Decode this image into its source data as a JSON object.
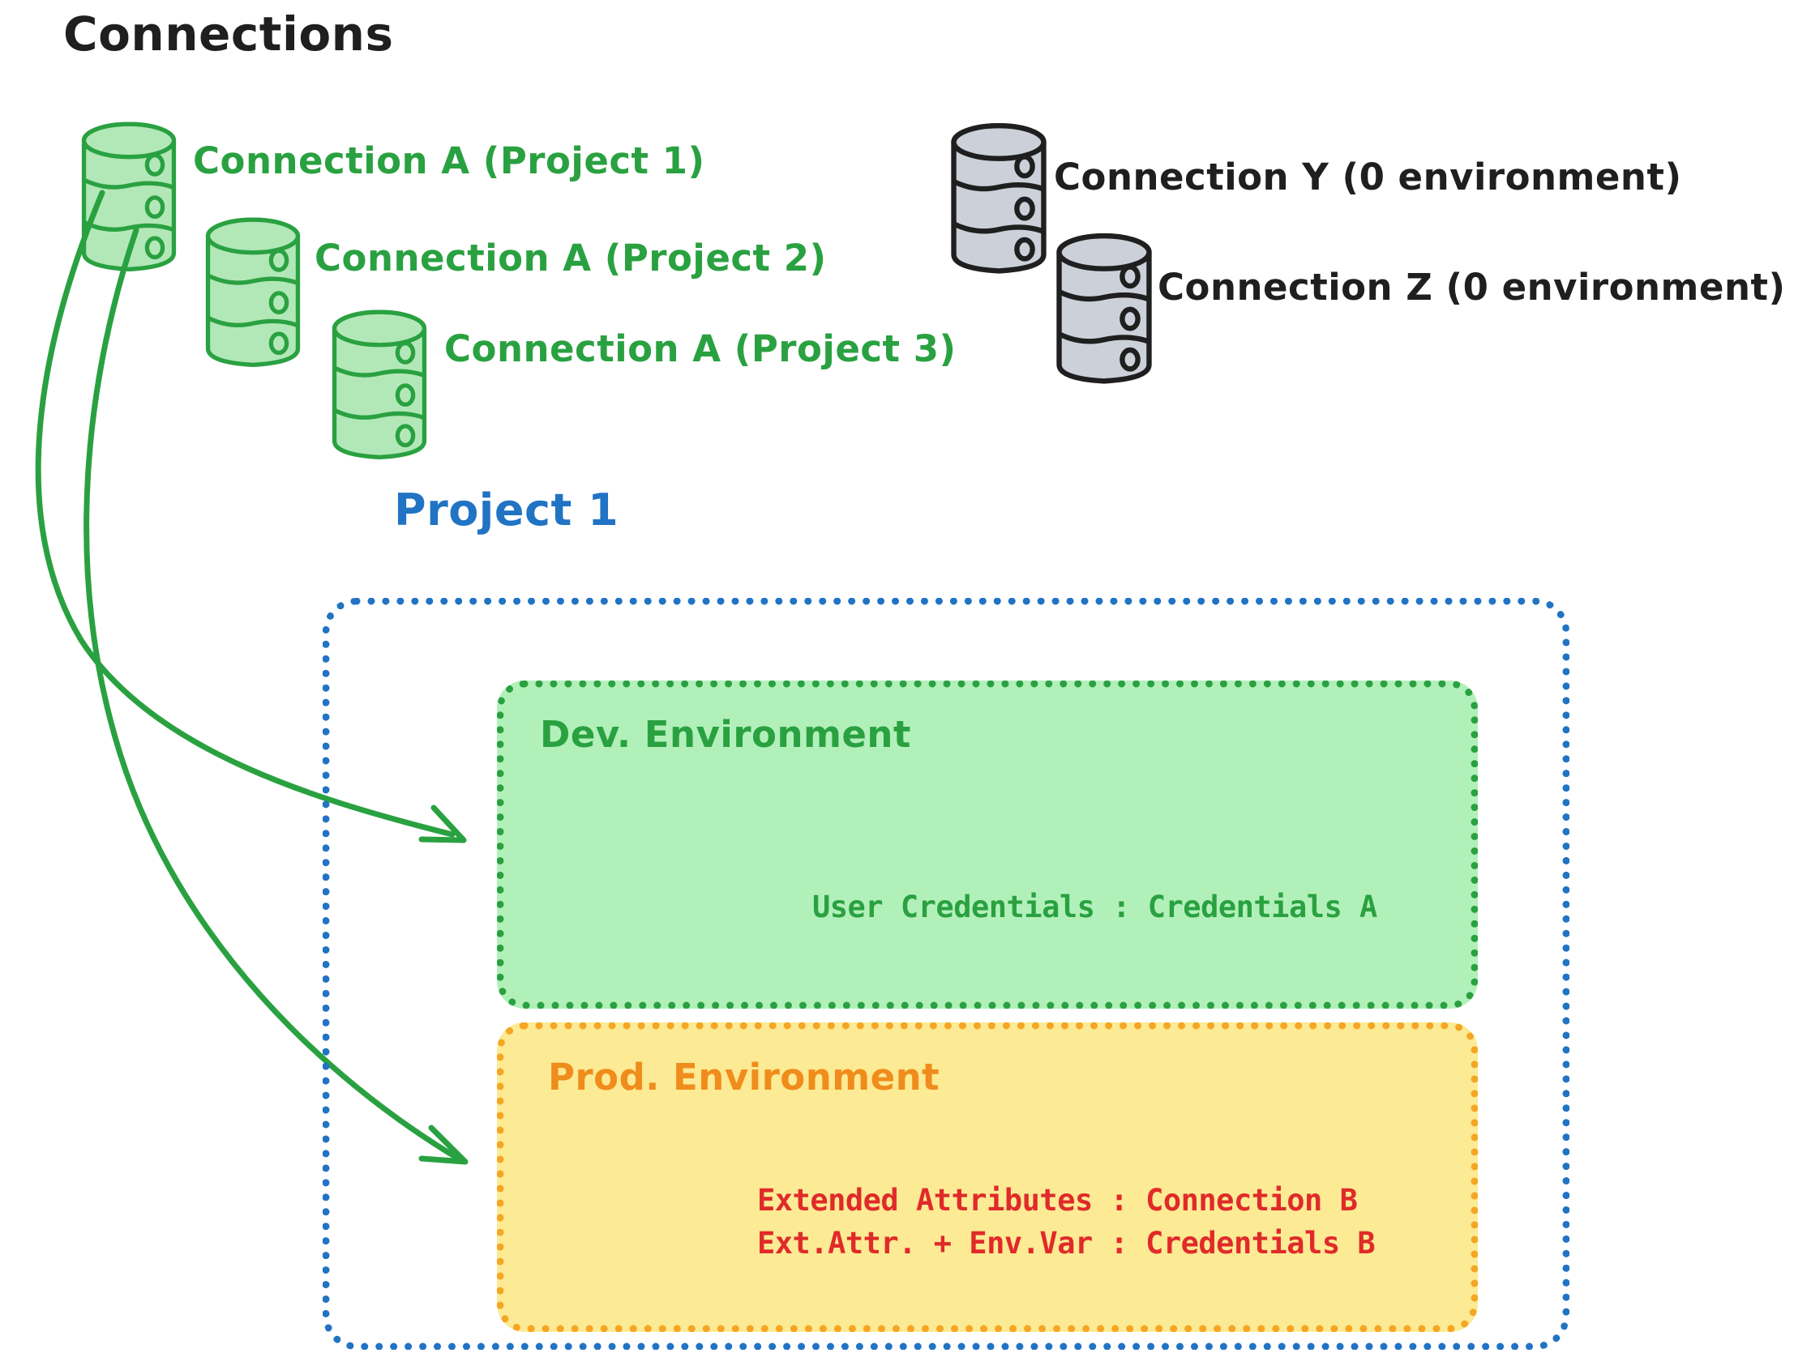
{
  "diagram": {
    "title": "Connections",
    "title_color": "#1f1f1f",
    "background": "#ffffff"
  },
  "connections": {
    "green": {
      "color": "#2aa141",
      "fill": "#b2e8b8",
      "items": [
        {
          "label": "Connection A (Project 1)",
          "icon": "database-icon"
        },
        {
          "label": "Connection A (Project 2)",
          "icon": "database-icon"
        },
        {
          "label": "Connection A (Project 3)",
          "icon": "database-icon"
        }
      ]
    },
    "gray": {
      "color": "#1f1f1f",
      "fill": "#ccd1d9",
      "items": [
        {
          "label": "Connection Y (0 environment)",
          "icon": "database-icon"
        },
        {
          "label": "Connection Z (0 environment)",
          "icon": "database-icon"
        }
      ]
    }
  },
  "project": {
    "title": "Project 1",
    "color": "#2173c4",
    "environments": [
      {
        "name": "Dev. Environment",
        "accent": "#2aa141",
        "fill": "#b2f0b9",
        "rows": [
          {
            "text": "User Credentials : Credentials A",
            "color": "#2aa141"
          }
        ]
      },
      {
        "name": "Prod. Environment",
        "accent": "#f08c1c",
        "border": "#f5a623",
        "fill": "#fcea94",
        "rows": [
          {
            "text": "Extended Attributes : Connection B",
            "color": "#e02a2a"
          },
          {
            "text": "Ext.Attr. + Env.Var : Credentials B",
            "color": "#e02a2a"
          }
        ]
      }
    ]
  },
  "arrows": [
    {
      "from": "connection-a-project-1",
      "to": "dev-environment",
      "color": "#2aa141"
    },
    {
      "from": "connection-a-project-1",
      "to": "prod-environment",
      "color": "#2aa141"
    }
  ]
}
